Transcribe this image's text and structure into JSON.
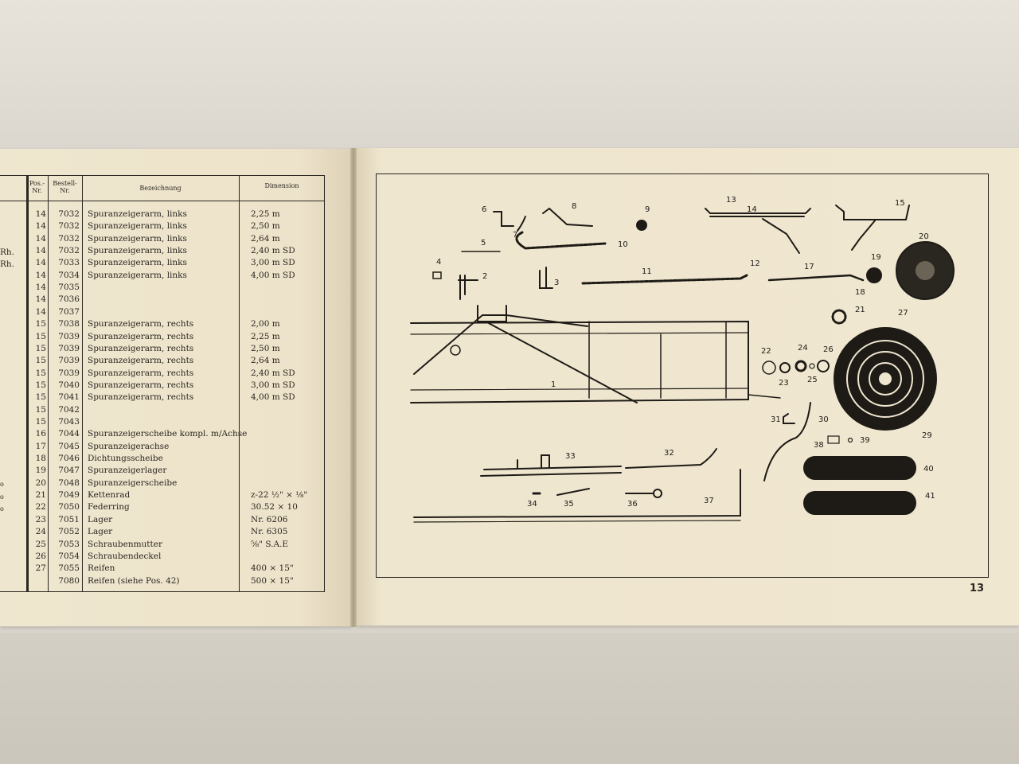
{
  "table": {
    "headers": {
      "pos": "Pos.-\nNr.",
      "bestell": "Bestell-\nNr.",
      "bezeichnung": "Bezeichnung",
      "dimension": "Dimension"
    },
    "left_marks": [
      "Rh.",
      "Rh.",
      "o",
      "o",
      "o"
    ],
    "rows": [
      {
        "pos": "14",
        "bestell": "7032",
        "bez": "Spuranzeigerarm, links",
        "dim": "2,25  m"
      },
      {
        "pos": "14",
        "bestell": "7032",
        "bez": "Spuranzeigerarm, links",
        "dim": "2,50  m"
      },
      {
        "pos": "14",
        "bestell": "7032",
        "bez": "Spuranzeigerarm, links",
        "dim": "2,64  m"
      },
      {
        "pos": "14",
        "bestell": "7032",
        "bez": "Spuranzeigerarm, links",
        "dim": "2,40  m  SD"
      },
      {
        "pos": "14",
        "bestell": "7033",
        "bez": "Spuranzeigerarm, links",
        "dim": "3,00  m  SD"
      },
      {
        "pos": "14",
        "bestell": "7034",
        "bez": "Spuranzeigerarm, links",
        "dim": "4,00  m  SD"
      },
      {
        "pos": "14",
        "bestell": "7035",
        "bez": "",
        "dim": ""
      },
      {
        "pos": "14",
        "bestell": "7036",
        "bez": "",
        "dim": ""
      },
      {
        "pos": "14",
        "bestell": "7037",
        "bez": "",
        "dim": ""
      },
      {
        "pos": "15",
        "bestell": "7038",
        "bez": "Spuranzeigerarm, rechts",
        "dim": "2,00  m"
      },
      {
        "pos": "15",
        "bestell": "7039",
        "bez": "Spuranzeigerarm, rechts",
        "dim": "2,25  m"
      },
      {
        "pos": "15",
        "bestell": "7039",
        "bez": "Spuranzeigerarm, rechts",
        "dim": "2,50  m"
      },
      {
        "pos": "15",
        "bestell": "7039",
        "bez": "Spuranzeigerarm, rechts",
        "dim": "2,64  m"
      },
      {
        "pos": "15",
        "bestell": "7039",
        "bez": "Spuranzeigerarm, rechts",
        "dim": "2,40  m  SD"
      },
      {
        "pos": "15",
        "bestell": "7040",
        "bez": "Spuranzeigerarm, rechts",
        "dim": "3,00  m  SD"
      },
      {
        "pos": "15",
        "bestell": "7041",
        "bez": "Spuranzeigerarm, rechts",
        "dim": "4,00  m  SD"
      },
      {
        "pos": "15",
        "bestell": "7042",
        "bez": "",
        "dim": ""
      },
      {
        "pos": "15",
        "bestell": "7043",
        "bez": "",
        "dim": ""
      },
      {
        "pos": "16",
        "bestell": "7044",
        "bez": "Spuranzeigerscheibe kompl. m/Achse",
        "dim": ""
      },
      {
        "pos": "17",
        "bestell": "7045",
        "bez": "Spuranzeigerachse",
        "dim": ""
      },
      {
        "pos": "18",
        "bestell": "7046",
        "bez": "Dichtungsscheibe",
        "dim": ""
      },
      {
        "pos": "19",
        "bestell": "7047",
        "bez": "Spuranzeigerlager",
        "dim": ""
      },
      {
        "pos": "20",
        "bestell": "7048",
        "bez": "Spuranzeigerscheibe",
        "dim": ""
      },
      {
        "pos": "21",
        "bestell": "7049",
        "bez": "Kettenrad",
        "dim": "z-22  ½\" × ⅛\""
      },
      {
        "pos": "22",
        "bestell": "7050",
        "bez": "Federring",
        "dim": "30.52 × 10"
      },
      {
        "pos": "23",
        "bestell": "7051",
        "bez": "Lager",
        "dim": "Nr. 6206"
      },
      {
        "pos": "24",
        "bestell": "7052",
        "bez": "Lager",
        "dim": "Nr. 6305"
      },
      {
        "pos": "25",
        "bestell": "7053",
        "bez": "Schraubenmutter",
        "dim": "⅝\"  S.A.E"
      },
      {
        "pos": "26",
        "bestell": "7054",
        "bez": "Schraubendeckel",
        "dim": ""
      },
      {
        "pos": "27",
        "bestell": "7055",
        "bez": "Reifen",
        "dim": "400 × 15\""
      },
      {
        "pos": "",
        "bestell": "7080",
        "bez": "Reifen (siehe Pos. 42)",
        "dim": "500 × 15\""
      }
    ]
  },
  "diagram": {
    "callouts": [
      "1",
      "2",
      "3",
      "4",
      "5",
      "6",
      "7",
      "8",
      "9",
      "10",
      "11",
      "12",
      "13",
      "14",
      "15",
      "17",
      "18",
      "19",
      "20",
      "21",
      "22",
      "23",
      "24",
      "25",
      "26",
      "27",
      "29",
      "30",
      "31",
      "32",
      "33",
      "34",
      "35",
      "36",
      "37",
      "38",
      "39",
      "40",
      "41"
    ]
  },
  "page_number": "13"
}
